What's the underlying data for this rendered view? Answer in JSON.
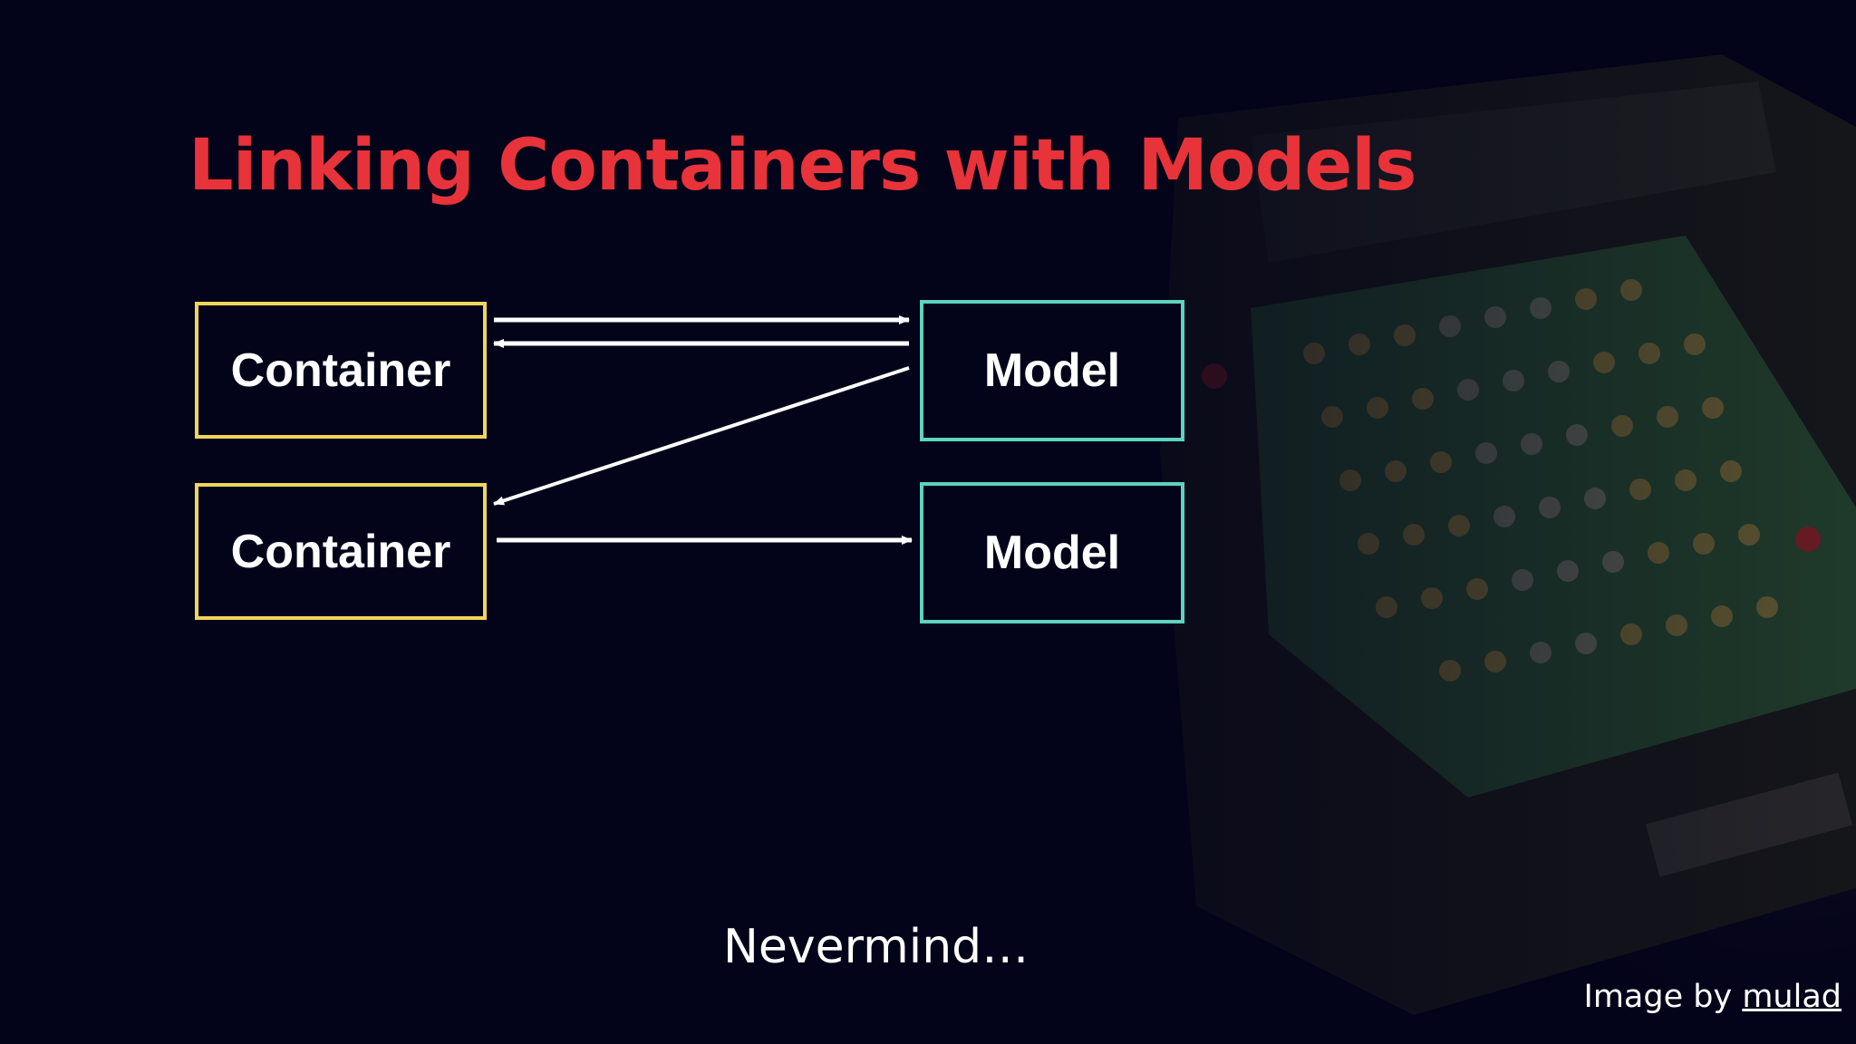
{
  "slide": {
    "title": "Linking Containers with Models",
    "subtitle": "Nevermind…",
    "credit_prefix": "Image by",
    "credit_link": "mulad"
  },
  "diagram": {
    "containers": [
      {
        "label": "Container"
      },
      {
        "label": "Container"
      }
    ],
    "models": [
      {
        "label": "Model"
      },
      {
        "label": "Model"
      }
    ],
    "links": [
      {
        "from": "container-1",
        "to": "model-1"
      },
      {
        "from": "model-1",
        "to": "container-1"
      },
      {
        "from": "model-1",
        "to": "container-2"
      },
      {
        "from": "container-2",
        "to": "model-2"
      }
    ]
  },
  "colors": {
    "background": "#03031a",
    "title": "#e8333a",
    "container_border": "#f2d45c",
    "model_border": "#5ed3bd",
    "arrow": "#ffffff",
    "text": "#ffffff"
  },
  "background_image": {
    "icon": "calculating-machine-photo"
  }
}
